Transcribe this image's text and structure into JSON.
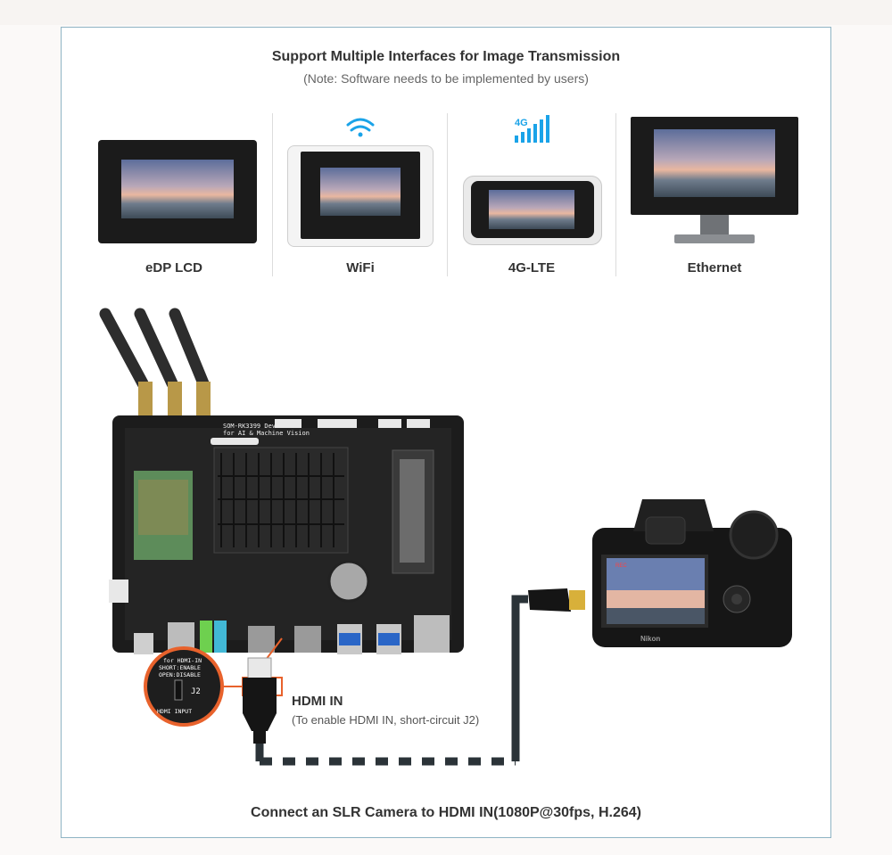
{
  "header": {
    "title": "Support Multiple Interfaces for Image Transmission",
    "subtitle": "(Note: Software needs to be implemented by users)"
  },
  "devices": [
    {
      "label": "eDP LCD"
    },
    {
      "label": "WiFi"
    },
    {
      "label": "4G-LTE"
    },
    {
      "label": "Ethernet"
    }
  ],
  "badges": {
    "lte": "4G"
  },
  "board": {
    "silk_line1": "SOM-RK3399 Dev Kit",
    "silk_line2": "for AI & Machine Vision",
    "zoom_line1": "for HDMI-IN",
    "zoom_line2": "SHORT:ENABLE",
    "zoom_line3": "OPEN:DISABLE",
    "zoom_j2": "J2",
    "zoom_input": "HDMI INPUT"
  },
  "camera": {
    "brand": "Nikon",
    "rec": "REC"
  },
  "hdmi": {
    "label": "HDMI IN",
    "note": "(To enable HDMI IN, short-circuit J2)"
  },
  "footer": {
    "caption": "Connect an SLR Camera to HDMI IN(1080P@30fps, H.264)"
  },
  "colors": {
    "accent_orange": "#e8622c",
    "wifi_blue": "#1aa3e8",
    "cable": "#2b3338"
  }
}
